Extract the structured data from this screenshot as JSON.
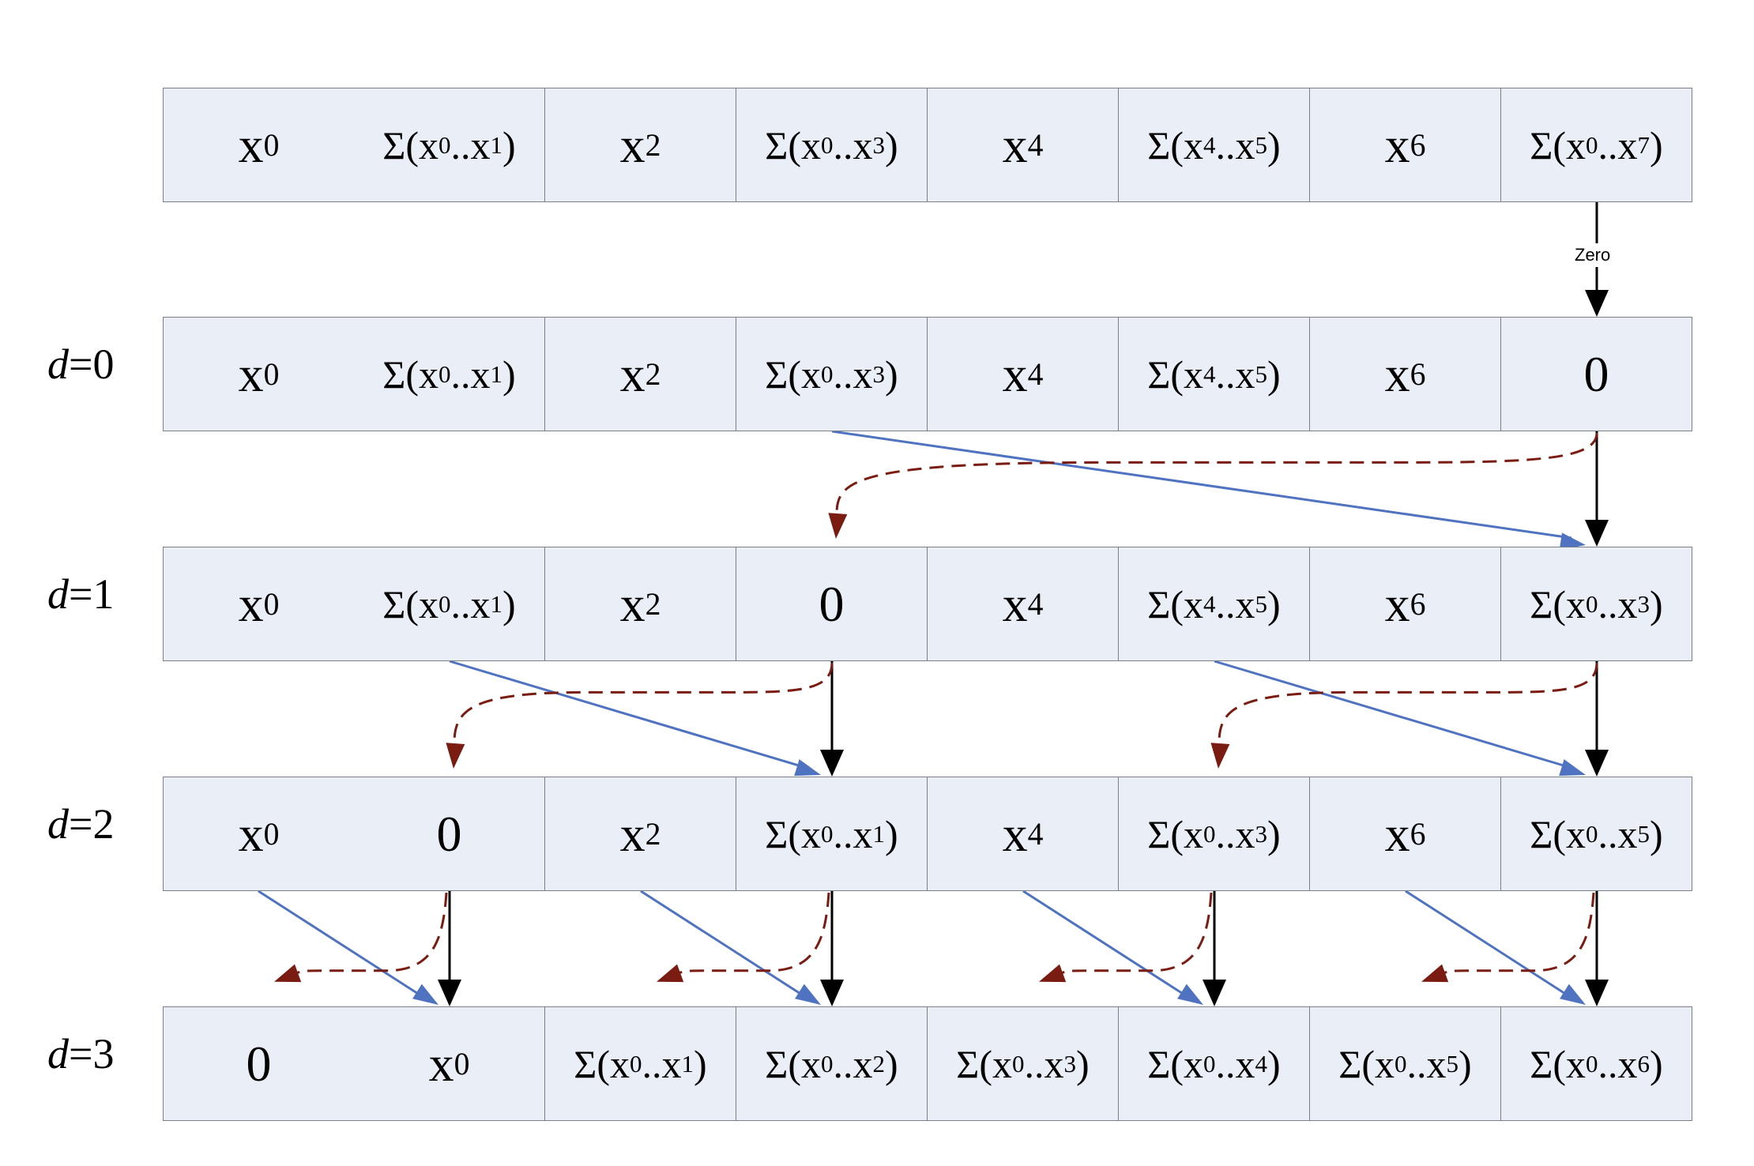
{
  "zero_label": "Zero",
  "rows": [
    {
      "label": "",
      "cells": [
        {
          "text": "x",
          "sub": "0"
        },
        {
          "sum": true,
          "a": "0",
          "b": "1"
        },
        {
          "text": "x",
          "sub": "2"
        },
        {
          "sum": true,
          "a": "0",
          "b": "3"
        },
        {
          "text": "x",
          "sub": "4"
        },
        {
          "sum": true,
          "a": "4",
          "b": "5"
        },
        {
          "text": "x",
          "sub": "6"
        },
        {
          "sum": true,
          "a": "0",
          "b": "7"
        }
      ]
    },
    {
      "label": "0",
      "cells": [
        {
          "text": "x",
          "sub": "0"
        },
        {
          "sum": true,
          "a": "0",
          "b": "1"
        },
        {
          "text": "x",
          "sub": "2"
        },
        {
          "sum": true,
          "a": "0",
          "b": "3"
        },
        {
          "text": "x",
          "sub": "4"
        },
        {
          "sum": true,
          "a": "4",
          "b": "5"
        },
        {
          "text": "x",
          "sub": "6"
        },
        {
          "text": "0"
        }
      ]
    },
    {
      "label": "1",
      "cells": [
        {
          "text": "x",
          "sub": "0"
        },
        {
          "sum": true,
          "a": "0",
          "b": "1"
        },
        {
          "text": "x",
          "sub": "2"
        },
        {
          "text": "0"
        },
        {
          "text": "x",
          "sub": "4"
        },
        {
          "sum": true,
          "a": "4",
          "b": "5"
        },
        {
          "text": "x",
          "sub": "6"
        },
        {
          "sum": true,
          "a": "0",
          "b": "3"
        }
      ]
    },
    {
      "label": "2",
      "cells": [
        {
          "text": "x",
          "sub": "0"
        },
        {
          "text": "0"
        },
        {
          "text": "x",
          "sub": "2"
        },
        {
          "sum": true,
          "a": "0",
          "b": "1"
        },
        {
          "text": "x",
          "sub": "4"
        },
        {
          "sum": true,
          "a": "0",
          "b": "3"
        },
        {
          "text": "x",
          "sub": "6"
        },
        {
          "sum": true,
          "a": "0",
          "b": "5"
        }
      ]
    },
    {
      "label": "3",
      "cells": [
        {
          "text": "0"
        },
        {
          "text": "x",
          "sub": "0"
        },
        {
          "sum": true,
          "a": "0",
          "b": "1"
        },
        {
          "sum": true,
          "a": "0",
          "b": "2"
        },
        {
          "sum": true,
          "a": "0",
          "b": "3"
        },
        {
          "sum": true,
          "a": "0",
          "b": "4"
        },
        {
          "sum": true,
          "a": "0",
          "b": "5"
        },
        {
          "sum": true,
          "a": "0",
          "b": "6"
        }
      ]
    }
  ],
  "levels": [
    {
      "from_row": 1,
      "to_row": 2,
      "pairs": [
        [
          3,
          7
        ]
      ]
    },
    {
      "from_row": 2,
      "to_row": 3,
      "pairs": [
        [
          1,
          3
        ],
        [
          5,
          7
        ]
      ]
    },
    {
      "from_row": 3,
      "to_row": 4,
      "pairs": [
        [
          0,
          1
        ],
        [
          2,
          3
        ],
        [
          4,
          5
        ],
        [
          6,
          7
        ]
      ]
    }
  ],
  "colors": {
    "cell_fill": "#e9eef7",
    "cell_border": "#7a7f88",
    "sum_arrow": "#4f73c0",
    "swap_arrow": "#7a1c12",
    "copy_arrow": "#000000"
  }
}
